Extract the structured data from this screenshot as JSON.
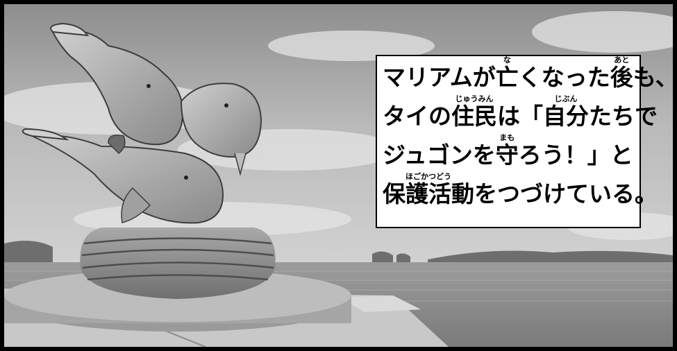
{
  "caption": {
    "line1": {
      "a": "マリアムが",
      "b_base": "亡",
      "b_ruby": "な",
      "c": "くなった",
      "d_base": "後",
      "d_ruby": "あと",
      "e": "も、"
    },
    "line2": {
      "a": "タイの",
      "b_base": "住民",
      "b_ruby": "じゅうみん",
      "c": "は「",
      "d_base": "自分",
      "d_ruby": "じぶん",
      "e": "たちで"
    },
    "line3": {
      "a": "ジュゴンを",
      "b_base": "守",
      "b_ruby": "まも",
      "c": "ろう！」と"
    },
    "line4": {
      "b_base": "保護活動",
      "b_ruby": "ほごかつどう",
      "c": "をつづけている。"
    }
  }
}
